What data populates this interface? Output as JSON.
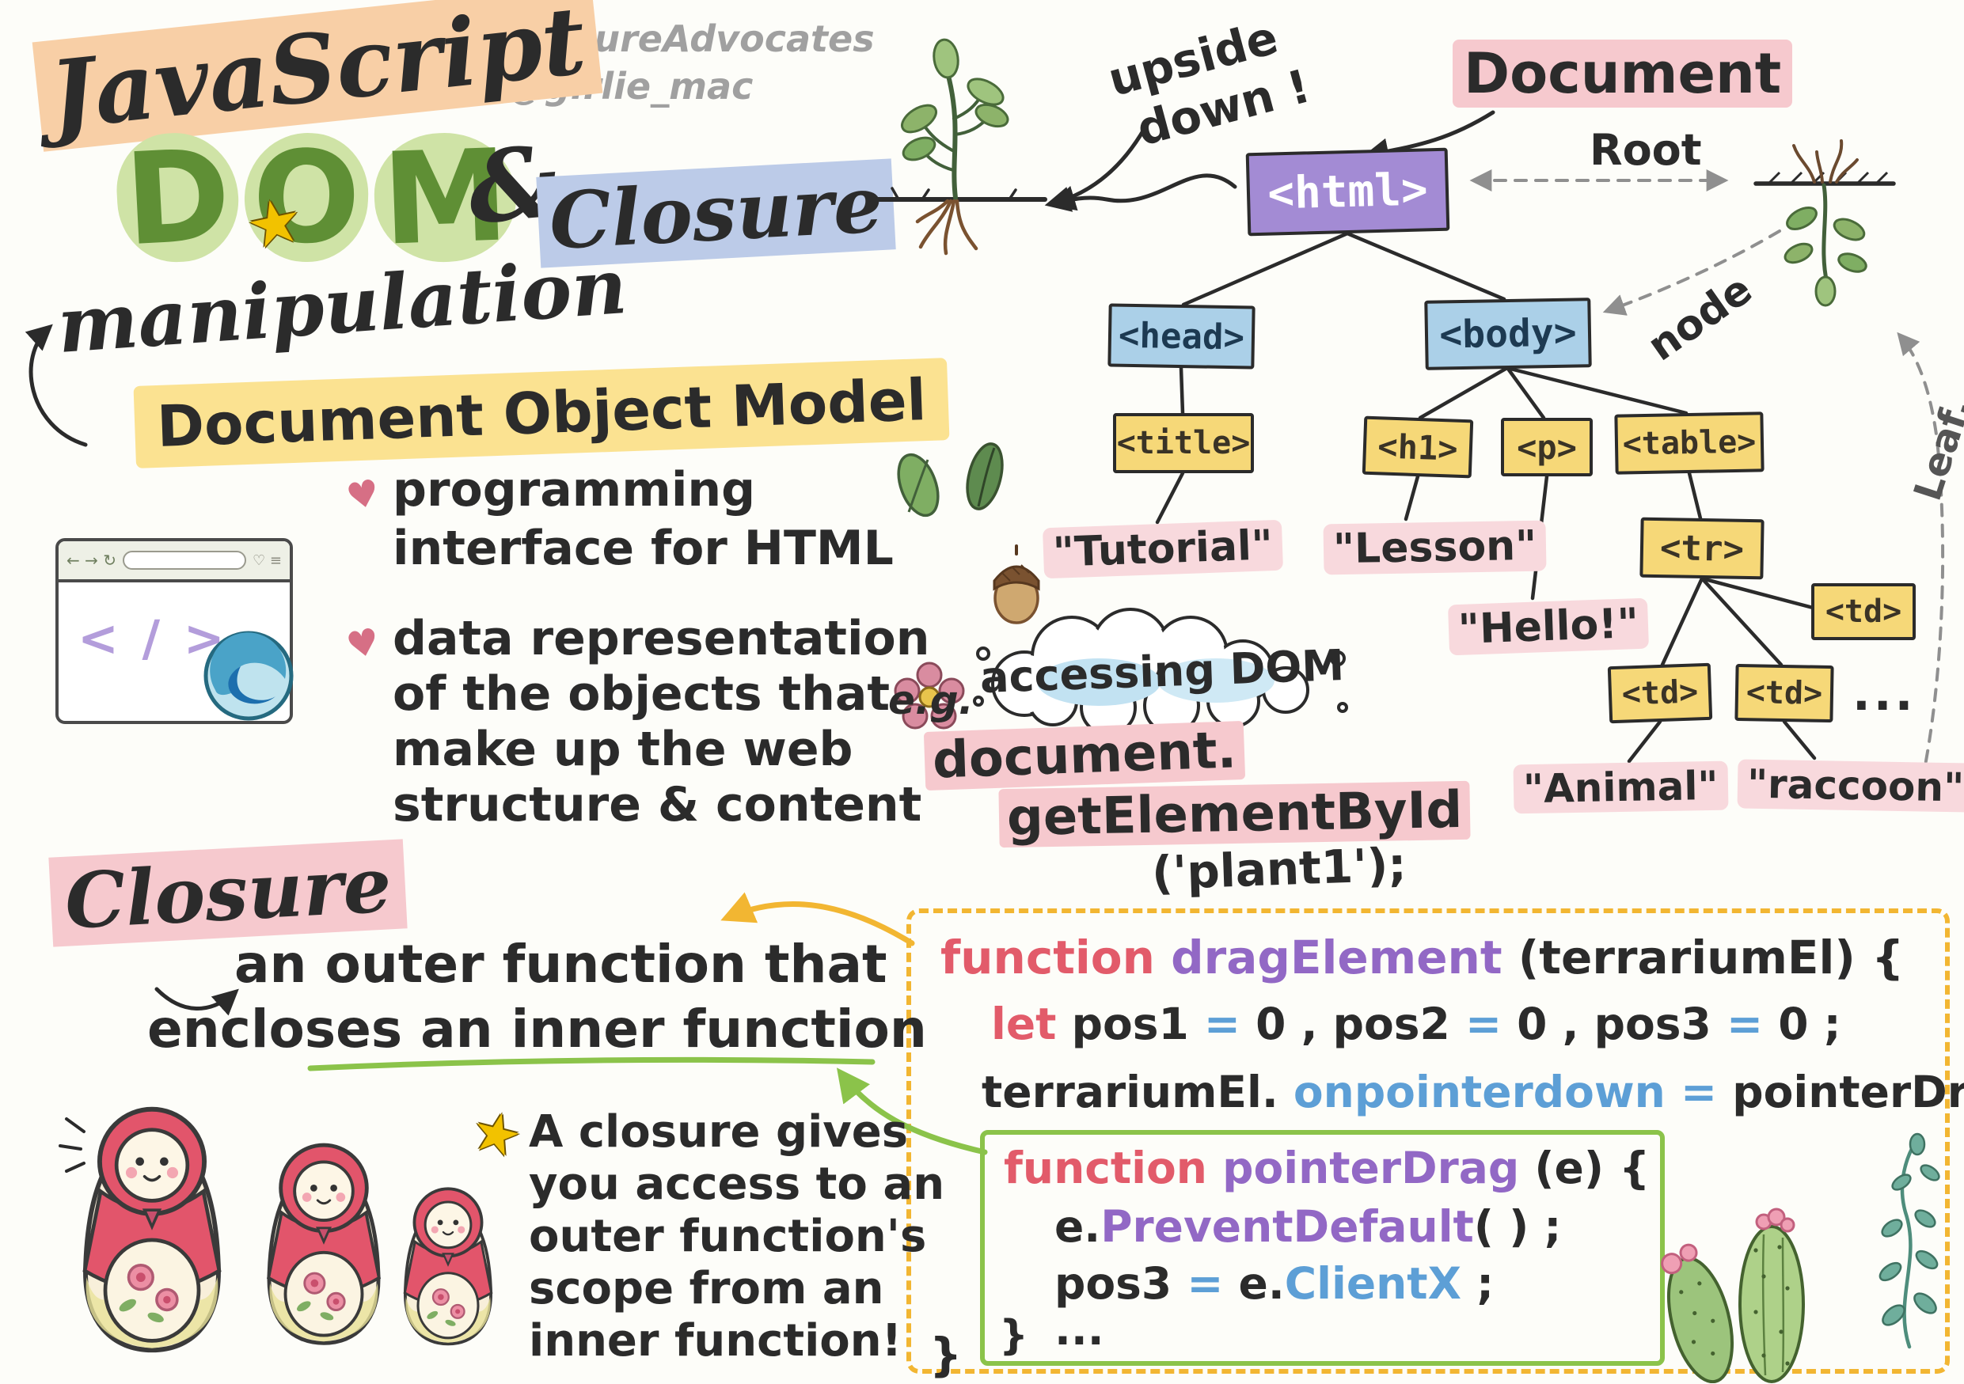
{
  "palette": {
    "keyword_red": "#e25b6a",
    "function_purple": "#9268c5",
    "value_blue": "#5d9fd6",
    "ink": "#2b2b2b",
    "highlight_yellow": "#fbe291",
    "highlight_pink": "#f6c9ce",
    "highlight_peach": "#f8cfa6",
    "highlight_blue": "#bccbe8",
    "node_purple": "#a38bd4",
    "node_blue": "#abd0e8",
    "node_yellow": "#f6d878",
    "green_accent": "#8bc34a",
    "dashed_orange": "#f2b632"
  },
  "icons": {
    "heart": "♥",
    "star": "★"
  },
  "header": {
    "handle1": "@AzureAdvocates",
    "handle2": "@girlie_mac",
    "title_script": "JavaScript",
    "dom_letters": [
      "D",
      "O",
      "M"
    ],
    "amp": "&",
    "closure_word": "Closure",
    "manipulation": "manipulation"
  },
  "dom_intro": {
    "heading": "Document Object Model",
    "bullet1_lines": [
      "programming",
      "interface for HTML"
    ],
    "bullet2_lines": [
      "data representation",
      "of the objects that",
      "make up the web",
      "structure & content"
    ],
    "browser": {
      "toolbar_left": "← → ↻",
      "toolbar_right": "♡ ≡",
      "code_glyph": "< / >"
    }
  },
  "tree": {
    "document_label": "Document",
    "upside_down_line1": "upside",
    "upside_down_line2": "down !",
    "root_label": "Root",
    "node_label": "node",
    "leaf_label": "Leaf.",
    "html": "<html>",
    "head": "<head>",
    "body": "<body>",
    "title": "<title>",
    "h1": "<h1>",
    "p": "<p>",
    "table": "<table>",
    "tr": "<tr>",
    "td1": "<td>",
    "td2": "<td>",
    "td3": "<td>",
    "ellipsis": "...",
    "tutorial": "\"Tutorial\"",
    "lesson": "\"Lesson\"",
    "hello": "\"Hello!\"",
    "animal": "\"Animal\"",
    "raccoon": "\"raccoon\""
  },
  "accessing": {
    "eg": "e.g.",
    "cloud_label": "accessing DOM",
    "line1": "document.",
    "line2": "getElementById",
    "line3": "('plant1');"
  },
  "closure": {
    "heading": "Closure",
    "def_line1": "an outer function that",
    "def_line2": "encloses an inner function",
    "note_lines": [
      "A closure gives",
      "you access to an",
      "outer function's",
      "scope from an",
      "inner function!"
    ]
  },
  "code": {
    "outer_lines": [
      {
        "tokens": [
          {
            "t": "function ",
            "c": "kw"
          },
          {
            "t": "dragElement ",
            "c": "fn"
          },
          {
            "t": "(terrariumEl) {",
            "c": "ink"
          }
        ]
      },
      {
        "tokens": [
          {
            "t": "let ",
            "c": "kw"
          },
          {
            "t": "pos1 ",
            "c": "ink"
          },
          {
            "t": "= ",
            "c": "op"
          },
          {
            "t": "0 , ",
            "c": "ink"
          },
          {
            "t": "pos2 ",
            "c": "ink"
          },
          {
            "t": "= ",
            "c": "op"
          },
          {
            "t": "0 , ",
            "c": "ink"
          },
          {
            "t": "pos3 ",
            "c": "ink"
          },
          {
            "t": "= ",
            "c": "op"
          },
          {
            "t": "0 ;",
            "c": "ink"
          }
        ]
      },
      {
        "tokens": [
          {
            "t": "terrariumEl. ",
            "c": "ink"
          },
          {
            "t": "onpointerdown ",
            "c": "var"
          },
          {
            "t": "= ",
            "c": "op"
          },
          {
            "t": "pointerDrag ;",
            "c": "ink"
          }
        ]
      }
    ],
    "inner_lines": [
      {
        "tokens": [
          {
            "t": "function ",
            "c": "kw"
          },
          {
            "t": "pointerDrag ",
            "c": "fn"
          },
          {
            "t": "(e) {",
            "c": "ink"
          }
        ]
      },
      {
        "tokens": [
          {
            "t": "e.",
            "c": "ink"
          },
          {
            "t": "PreventDefault",
            "c": "fn"
          },
          {
            "t": "( ) ;",
            "c": "ink"
          }
        ]
      },
      {
        "tokens": [
          {
            "t": "pos3 ",
            "c": "ink"
          },
          {
            "t": "= ",
            "c": "op"
          },
          {
            "t": "e.",
            "c": "ink"
          },
          {
            "t": "ClientX",
            "c": "var"
          },
          {
            "t": " ;",
            "c": "ink"
          }
        ]
      },
      {
        "tokens": [
          {
            "t": "...",
            "c": "ink"
          }
        ]
      }
    ],
    "inner_close": "}",
    "outer_close": "}"
  }
}
